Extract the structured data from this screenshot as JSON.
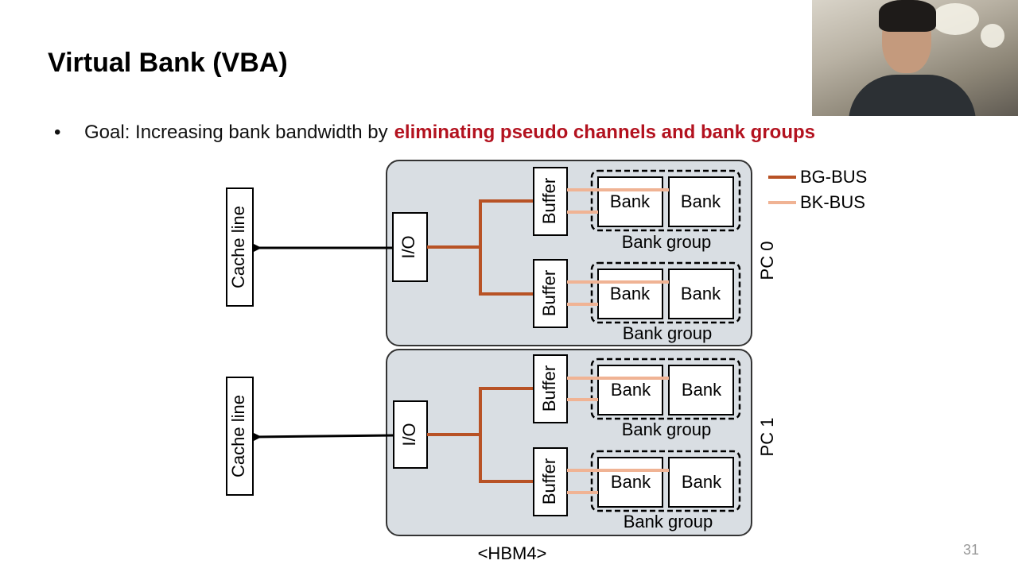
{
  "slide": {
    "title": "Virtual Bank (VBA)",
    "bullet": {
      "marker": "•",
      "text": "Goal: Increasing bank bandwidth by",
      "highlight": "eliminating pseudo channels and bank groups"
    },
    "page_number": "31"
  },
  "colors": {
    "bg_bus": "#b85225",
    "bk_bus": "#f0b394",
    "highlight": "#b3121f",
    "pc_fill": "#d9dee3"
  },
  "diagram": {
    "legend": {
      "bg_bus": "BG-BUS",
      "bk_bus": "BK-BUS"
    },
    "caption": "<HBM4>",
    "pc0": {
      "label": "PC 0",
      "cache_line": "Cache line",
      "io": "I/O",
      "groups": [
        {
          "buffer": "Buffer",
          "bank_a": "Bank",
          "bank_b": "Bank",
          "group_label": "Bank group"
        },
        {
          "buffer": "Buffer",
          "bank_a": "Bank",
          "bank_b": "Bank",
          "group_label": "Bank group"
        }
      ]
    },
    "pc1": {
      "label": "PC 1",
      "cache_line": "Cache line",
      "io": "I/O",
      "groups": [
        {
          "buffer": "Buffer",
          "bank_a": "Bank",
          "bank_b": "Bank",
          "group_label": "Bank group"
        },
        {
          "buffer": "Buffer",
          "bank_a": "Bank",
          "bank_b": "Bank",
          "group_label": "Bank group"
        }
      ]
    }
  }
}
